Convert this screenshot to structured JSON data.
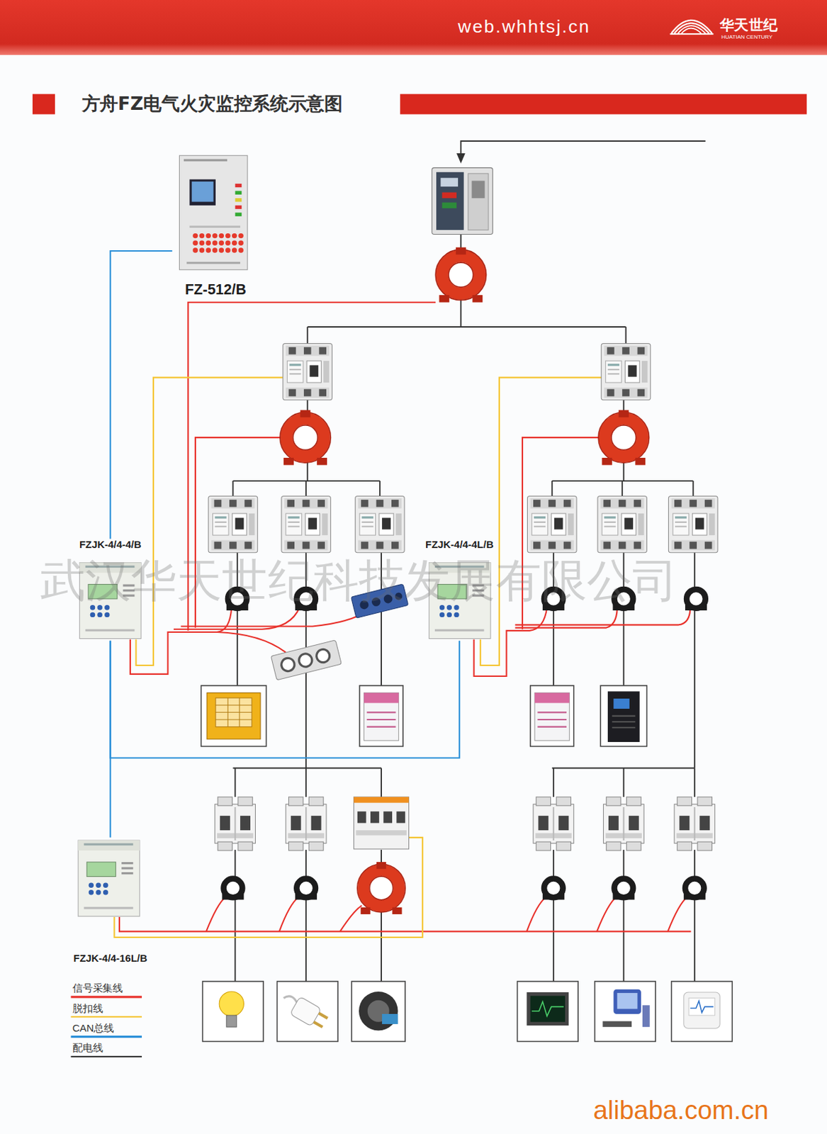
{
  "diagram": {
    "title": "方舟FZ电气火灾监控系统示意图",
    "nodes": [
      {
        "text": [
          "FZ-512/B"
        ]
      },
      {
        "text": [
          "FZJK-4/4-4/B"
        ]
      },
      {
        "text": [
          "FZJK-4/4-4L/B"
        ]
      },
      {
        "text": [
          "FZJK-4/4-16L/B"
        ]
      }
    ],
    "edges": [
      {
        "from": 0,
        "to": 1,
        "arrow": "none"
      },
      {
        "from": 1,
        "to": 2,
        "arrow": "none"
      },
      {
        "from": 1,
        "to": 3,
        "arrow": "none"
      }
    ],
    "labels": [
      "web.whhtsj.cn",
      "华天世纪",
      "HUATIAN CENTURY",
      "武汉华天世纪科技发展有限公司",
      "alibaba.com.cn"
    ],
    "legend": [
      {
        "text": "信号采集线",
        "color": "#e8302a"
      },
      {
        "text": "脱扣线",
        "color": "#f5c431"
      },
      {
        "text": "CAN总线",
        "color": "#2a8fd8"
      },
      {
        "text": "配电线",
        "color": "#333333"
      }
    ]
  }
}
